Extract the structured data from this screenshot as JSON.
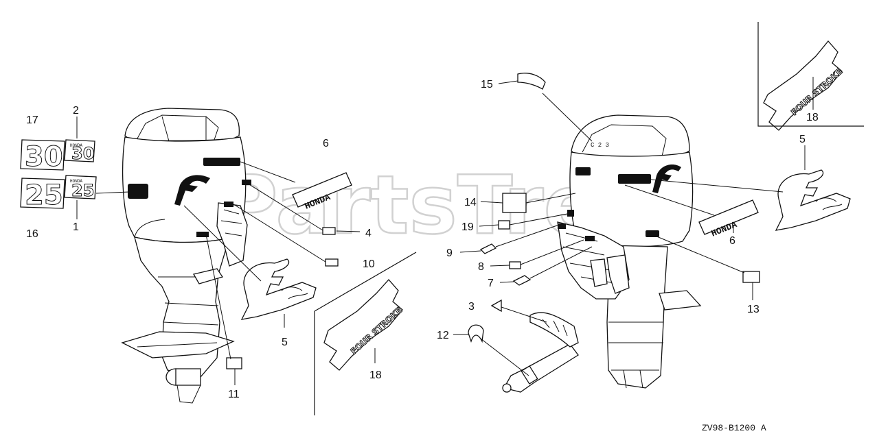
{
  "watermark": "PartsTree",
  "drawing_code": "ZV98-B1200 A",
  "decals": {
    "honda": "HONDA",
    "thirty": "30",
    "twentyfive": "25",
    "fourstroke": "FOUR STROKE"
  },
  "callouts": [
    {
      "id": "17",
      "label": "17"
    },
    {
      "id": "2",
      "label": "2"
    },
    {
      "id": "16",
      "label": "16"
    },
    {
      "id": "1",
      "label": "1"
    },
    {
      "id": "6a",
      "label": "6"
    },
    {
      "id": "4",
      "label": "4"
    },
    {
      "id": "10",
      "label": "10"
    },
    {
      "id": "5a",
      "label": "5"
    },
    {
      "id": "11",
      "label": "11"
    },
    {
      "id": "18a",
      "label": "18"
    },
    {
      "id": "15",
      "label": "15"
    },
    {
      "id": "14",
      "label": "14"
    },
    {
      "id": "19",
      "label": "19"
    },
    {
      "id": "9",
      "label": "9"
    },
    {
      "id": "8",
      "label": "8"
    },
    {
      "id": "7",
      "label": "7"
    },
    {
      "id": "3",
      "label": "3"
    },
    {
      "id": "12",
      "label": "12"
    },
    {
      "id": "6b",
      "label": "6"
    },
    {
      "id": "13",
      "label": "13"
    },
    {
      "id": "5b",
      "label": "5"
    },
    {
      "id": "18b",
      "label": "18"
    }
  ]
}
